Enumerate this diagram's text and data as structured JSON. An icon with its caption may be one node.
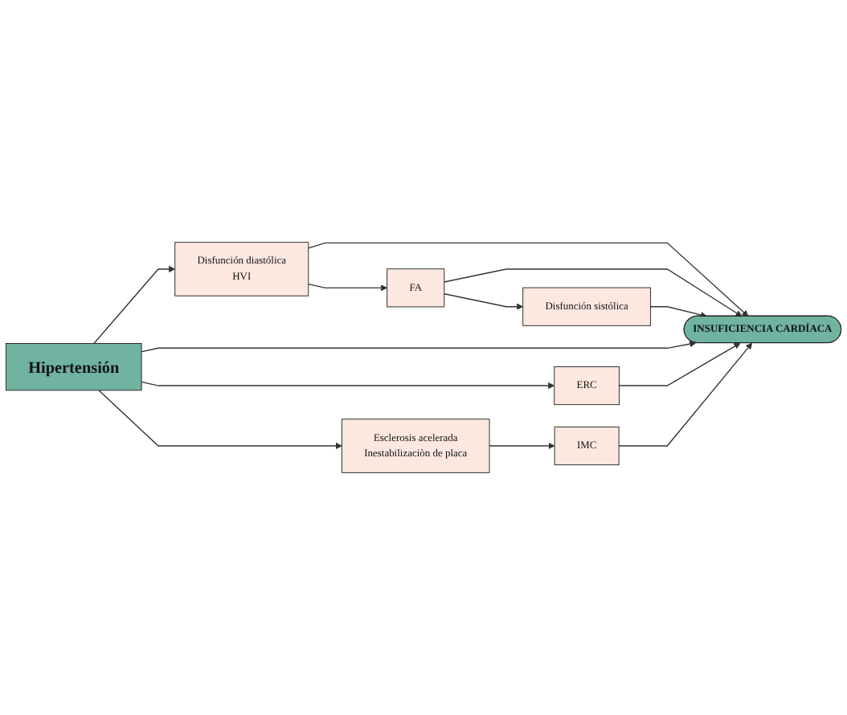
{
  "diagram": {
    "nodes": [
      {
        "text": [
          "Disfunción diastólica",
          "HVI"
        ]
      },
      {
        "text": [
          "FA"
        ]
      },
      {
        "text": [
          "Disfunción sistólica"
        ]
      },
      {
        "text": [
          "Hipertensión"
        ]
      },
      {
        "text": [
          "INSUFICIENCIA CARDÍACA"
        ]
      },
      {
        "text": [
          "ERC"
        ]
      },
      {
        "text": [
          "IMC"
        ]
      },
      {
        "text": [
          "Esclerosis acelerada",
          "Inestabilizaciòn de placa"
        ]
      }
    ],
    "edges": [
      {
        "from": 3,
        "to": 0,
        "arrow": "to"
      },
      {
        "from": 0,
        "to": 1,
        "arrow": "to"
      },
      {
        "from": 1,
        "to": 2,
        "arrow": "to"
      },
      {
        "from": 0,
        "to": 4,
        "arrow": "to"
      },
      {
        "from": 1,
        "to": 4,
        "arrow": "to"
      },
      {
        "from": 2,
        "to": 4,
        "arrow": "to"
      },
      {
        "from": 3,
        "to": 4,
        "arrow": "to"
      },
      {
        "from": 3,
        "to": 5,
        "arrow": "to"
      },
      {
        "from": 3,
        "to": 7,
        "arrow": "to"
      },
      {
        "from": 5,
        "to": 4,
        "arrow": "to"
      },
      {
        "from": 6,
        "to": 4,
        "arrow": "to"
      },
      {
        "from": 7,
        "to": 6,
        "arrow": "to"
      }
    ]
  }
}
